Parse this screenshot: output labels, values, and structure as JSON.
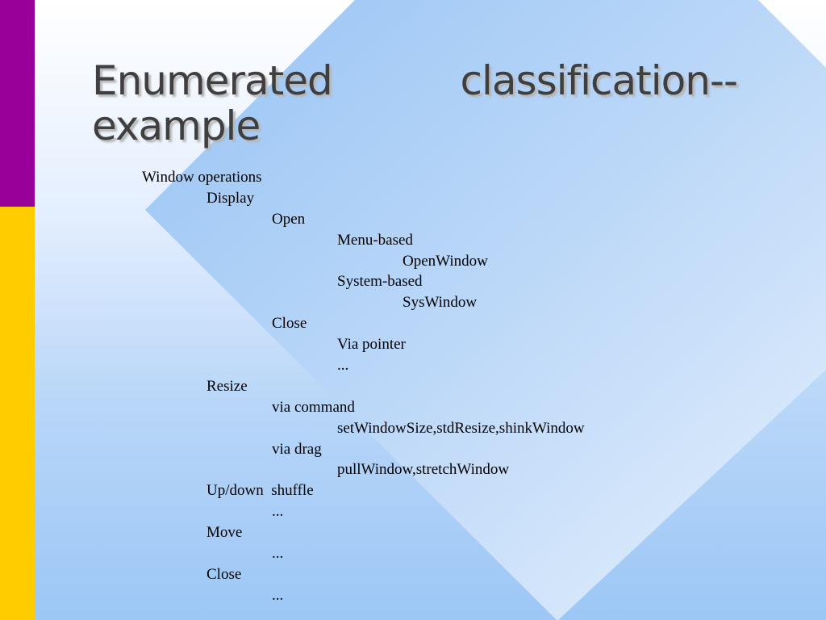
{
  "slide": {
    "title_line1_left": "Enumerated",
    "title_line1_right": "classification--",
    "title_line2": "example",
    "outline": [
      {
        "level": 0,
        "text": "Window operations"
      },
      {
        "level": 1,
        "text": "Display"
      },
      {
        "level": 2,
        "text": "Open"
      },
      {
        "level": 3,
        "text": "Menu-based"
      },
      {
        "level": 4,
        "text": "OpenWindow"
      },
      {
        "level": 3,
        "text": "System-based"
      },
      {
        "level": 4,
        "text": "SysWindow"
      },
      {
        "level": 2,
        "text": "Close"
      },
      {
        "level": 3,
        "text": "Via pointer"
      },
      {
        "level": 3,
        "text": "..."
      },
      {
        "level": 1,
        "text": "Resize"
      },
      {
        "level": 2,
        "text": "via command"
      },
      {
        "level": 3,
        "text": "setWindowSize,stdResize,shinkWindow"
      },
      {
        "level": 2,
        "text": "via drag"
      },
      {
        "level": 3,
        "text": "pullWindow,stretchWindow"
      },
      {
        "level": 1,
        "text": "Up/down  shuffle"
      },
      {
        "level": 2,
        "text": "..."
      },
      {
        "level": 1,
        "text": "Move"
      },
      {
        "level": 2,
        "text": "..."
      },
      {
        "level": 1,
        "text": "Close"
      },
      {
        "level": 2,
        "text": "..."
      }
    ]
  },
  "colors": {
    "left_bar_top": "#990099",
    "left_bar_bottom": "#ffcc00",
    "title_text": "#3f3f3f",
    "diamond_fill_light": "#cfe3fb",
    "diamond_fill_dark": "#a9cff8"
  }
}
